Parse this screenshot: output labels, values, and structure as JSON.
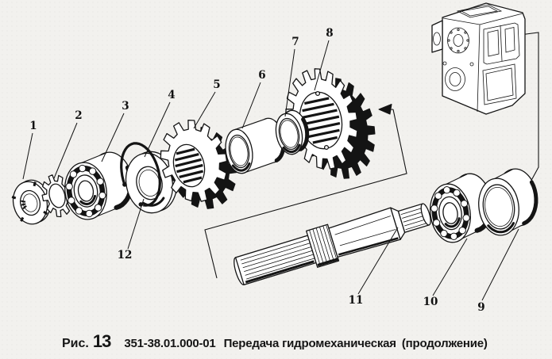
{
  "figure_caption": {
    "label": "Рис.",
    "number": "13",
    "code": "351-38.01.000-01",
    "title": "Передача гидромеханическая",
    "suffix": "(продолжение)"
  },
  "callouts": [
    {
      "label": "1"
    },
    {
      "label": "2"
    },
    {
      "label": "3"
    },
    {
      "label": "4"
    },
    {
      "label": "5"
    },
    {
      "label": "6"
    },
    {
      "label": "7"
    },
    {
      "label": "8"
    },
    {
      "label": "9"
    },
    {
      "label": "10"
    },
    {
      "label": "11"
    },
    {
      "label": "12"
    }
  ]
}
